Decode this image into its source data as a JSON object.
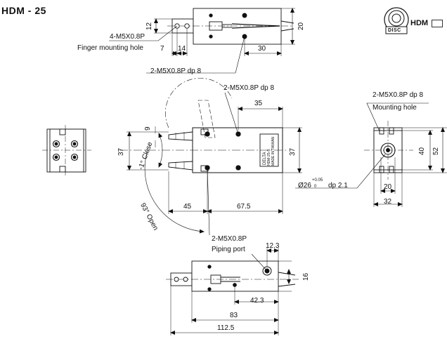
{
  "title": "HDM - 25",
  "badge": {
    "brand": "HDM",
    "symbol": "DISC",
    "symbol_name": "rotary-gripper-symbol-icon"
  },
  "top_view": {
    "callout_holes": "4-M5X0.8P",
    "callout_holes_note": "Finger mounting hole",
    "callout_ports": "2-M5X0.8P dp 8",
    "dims": {
      "h12": "12",
      "h20": "20",
      "w7": "7",
      "w14": "14",
      "w30": "30"
    }
  },
  "front_view": {
    "callout_top": "2-M5X0.8P dp 8",
    "dims": {
      "w35": "35",
      "h37_left": "37",
      "h37_right": "37",
      "d9": "9",
      "w45": "45",
      "w67_5": "67.5"
    },
    "angle_close": "-1° Close",
    "angle_open": "93° Open",
    "label_plate": [
      "DELTA",
      "HDM-25-S",
      "MADE IN TAIWAN"
    ]
  },
  "right_view": {
    "callout": "2-M5X0.8P dp 8",
    "callout_note": "Mounting hole",
    "dims": {
      "h40": "40",
      "h52": "52",
      "w20": "20",
      "w32": "32"
    },
    "bore": {
      "dia": "Ø26",
      "tol_upper": "+0.05",
      "tol_lower": "0",
      "depth": "dp 2.1"
    }
  },
  "bottom_view": {
    "callout": "2-M5X0.8P",
    "callout_note": "Piping port",
    "dims": {
      "w12_3": "12.3",
      "h16": "16",
      "w42_3": "42.3",
      "w83": "83",
      "w112_5": "112.5"
    }
  }
}
